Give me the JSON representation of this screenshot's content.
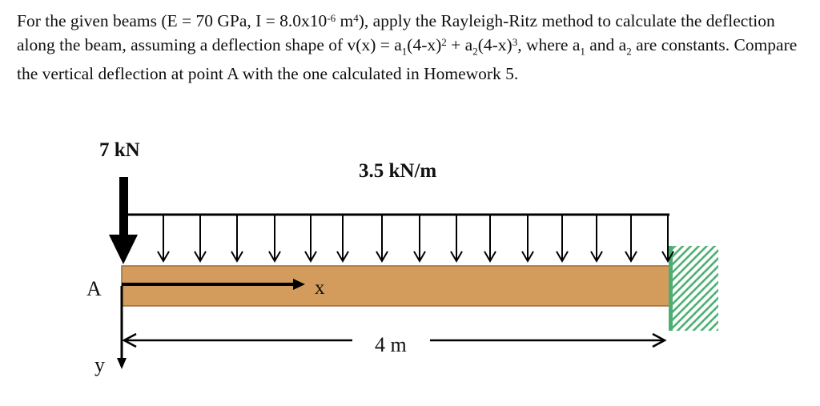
{
  "problem": {
    "seg1": "For the given beams (E = 70 GPa, I = 8.0x10",
    "exp1": "-6",
    "seg2": " m",
    "exp2": "4",
    "seg3": "), apply the Rayleigh-Ritz method to calculate the deflection along the beam, assuming a deflection shape of v(x) = a",
    "sub1": "1",
    "seg4": "(4-x)",
    "exp3": "2",
    "seg5": " + a",
    "sub2": "2",
    "seg6": "(4-x)",
    "exp4": "3",
    "seg7": ", where a",
    "sub3": "1",
    "seg8": " and a",
    "sub4": "2",
    "seg9": " are constants. Compare the vertical deflection at point A with the one calculated in Homework 5."
  },
  "diagram": {
    "point_load_label": "7 kN",
    "distributed_load_label": "3.5 kN/m",
    "point_label": "A",
    "x_axis_label": "x",
    "y_axis_label": "y",
    "length_label": "4 m",
    "colors": {
      "beam_fill": "#d49c5c",
      "beam_edge": "#9a6b3a",
      "wall": "#4caf72",
      "line": "#000000"
    }
  }
}
